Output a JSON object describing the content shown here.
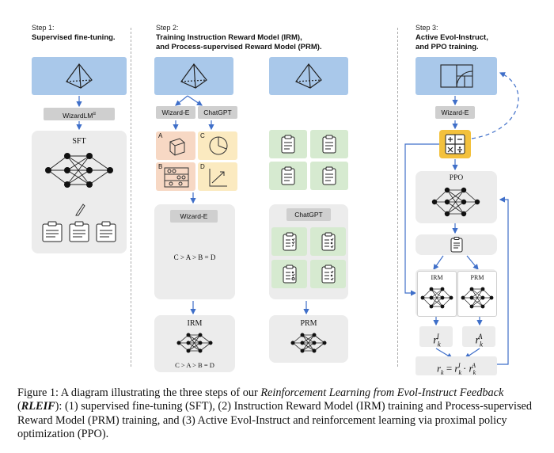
{
  "steps": [
    {
      "num": "Step 1:",
      "title": "Supervised fine-tuning."
    },
    {
      "num": "Step 2:",
      "title_line1": "Training Instruction Reward Model (IRM),",
      "title_line2": "and Process-supervised Reward Model (PRM)."
    },
    {
      "num": "Step 3:",
      "title_line1": "Active Evol-Instruct,",
      "title_line2": "and PPO training."
    }
  ],
  "step1": {
    "model_tag": "WizardLM",
    "model_tag_sup": "α",
    "panel_label": "SFT"
  },
  "step2": {
    "left_tags": [
      "Wizard-E",
      "ChatGPT"
    ],
    "option_letters": [
      "A",
      "C",
      "B",
      "D"
    ],
    "ranker_tag": "Wizard-E",
    "ranking": "C > A > B = D",
    "irm_label": "IRM",
    "irm_ranking": "C > A > B = D",
    "right_tag": "ChatGPT",
    "prm_label": "PRM"
  },
  "step3": {
    "tag": "Wizard-E",
    "ppo_label": "PPO",
    "irm_label": "IRM",
    "prm_label": "PRM",
    "r_irm": "r",
    "r_irm_sup": "I",
    "r_irm_sub": "k",
    "r_prm": "r",
    "r_prm_sup": "A",
    "r_prm_sub": "k",
    "formula_lhs": "r",
    "formula_sub": "k",
    "formula_eq": " = ",
    "formula_dot": " · "
  },
  "caption": {
    "part1": "Figure 1: A diagram illustrating the three steps of our ",
    "italic": "Reinforcement Learning from Evol-Instruct Feedback",
    "part2": " (",
    "bold_italic": "RLEIF",
    "part3": "): (1) supervised fine-tuning (SFT), (2) Instruction Reward Model (IRM) training and Process-supervised Reward Model (PRM) training, and (3) Active Evol-Instruct and reinforcement learning via proximal policy optimization (PPO)."
  },
  "colors": {
    "blue_box": "#a9c8ea",
    "arrow": "#3f6fc9",
    "gray_panel": "#ececec",
    "green": "#d6ead0",
    "orange": "#f7d8c4",
    "yellow": "#fbeac0"
  }
}
